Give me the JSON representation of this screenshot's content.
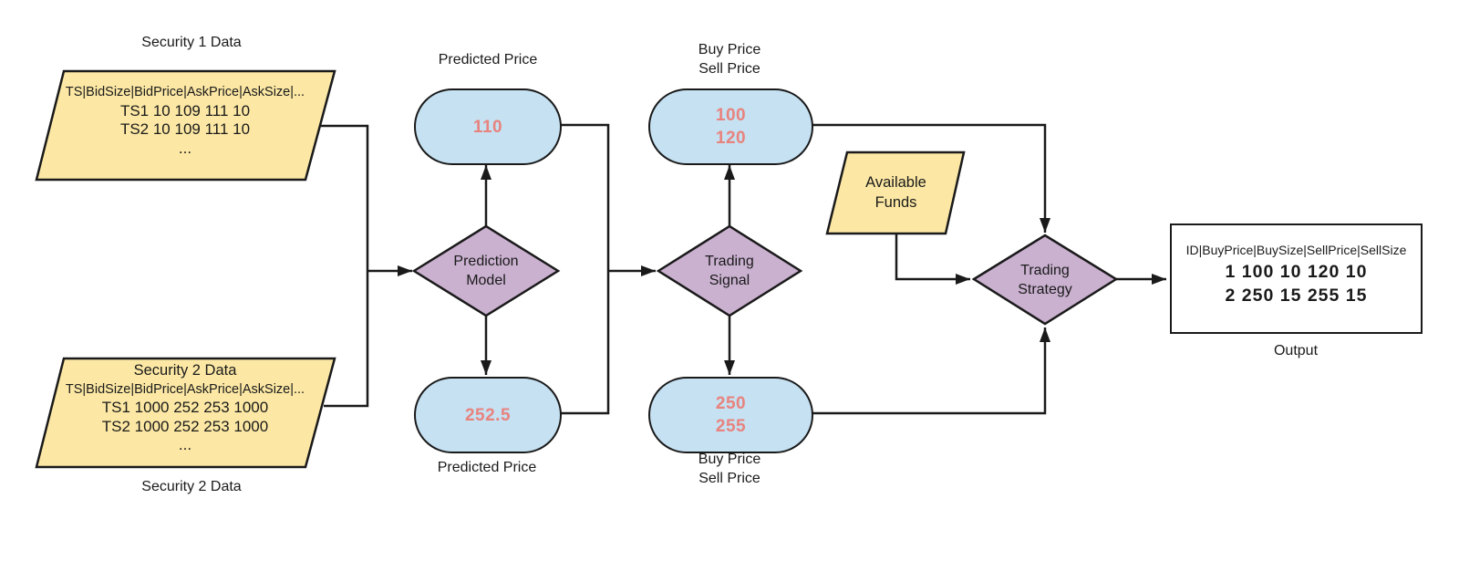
{
  "theme": {
    "bg": "#ffffff",
    "ink": "#1a1a1a",
    "yellow_fill": "#fce8a4",
    "blue_fill": "#c5e1f2",
    "purple_fill": "#cab1d0",
    "value_color": "#e8837e"
  },
  "nodes": {
    "security1": {
      "title_above": "Security 1 Data",
      "header": "TS|BidSize|BidPrice|AskPrice|AskSize|...",
      "row1": "TS1 10 109 111 10",
      "row2": "TS2 10 109 111 10",
      "more": "..."
    },
    "security2": {
      "title_inside": "Security 2 Data",
      "header": "TS|BidSize|BidPrice|AskPrice|AskSize|...",
      "row1": "TS1 1000 252 253 1000",
      "row2": "TS2 1000 252 253 1000",
      "more": "...",
      "label_below": "Security 2 Data"
    },
    "predicted_top": {
      "label_above": "Predicted Price",
      "value": "110"
    },
    "prediction_model": {
      "line1": "Prediction",
      "line2": "Model"
    },
    "predicted_bottom": {
      "value": "252.5",
      "label_below": "Predicted Price"
    },
    "buysell_top": {
      "label_line1": "Buy Price",
      "label_line2": "Sell Price",
      "value1": "100",
      "value2": "120"
    },
    "trading_signal": {
      "line1": "Trading",
      "line2": "Signal"
    },
    "buysell_bottom": {
      "value1": "250",
      "value2": "255",
      "label_line1": "Buy Price",
      "label_line2": "Sell Price"
    },
    "available_funds": {
      "line1": "Available",
      "line2": "Funds"
    },
    "trading_strategy": {
      "line1": "Trading",
      "line2": "Strategy"
    },
    "output": {
      "header": "ID|BuyPrice|BuySize|SellPrice|SellSize",
      "row1": "1 100 10 120 10",
      "row2": "2 250 15 255 15",
      "label_below": "Output"
    }
  }
}
